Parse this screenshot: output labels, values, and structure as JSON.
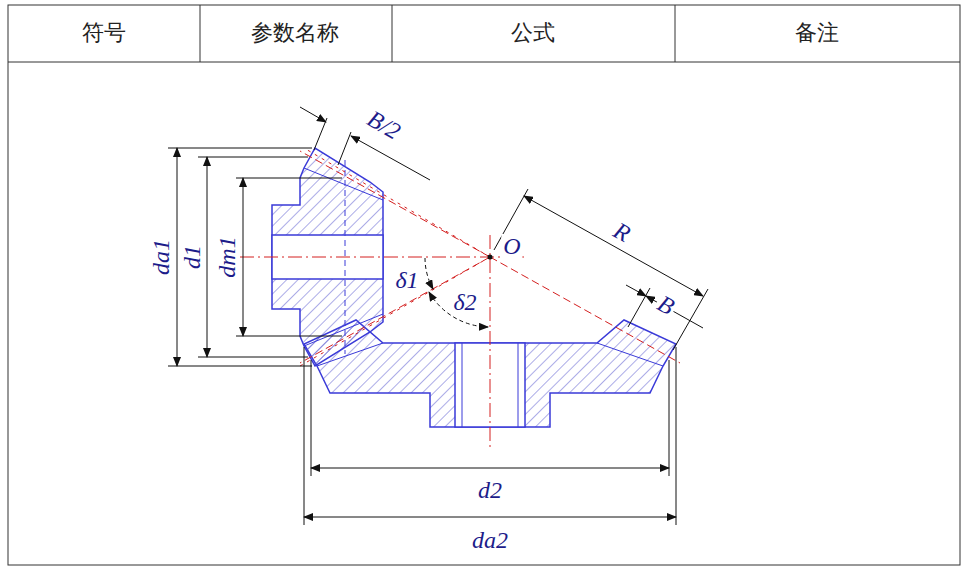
{
  "diagram": {
    "labels": [
      "符号",
      "参数名称",
      "公式",
      "备注",
      "B/2",
      "O",
      "R",
      "B",
      "da1",
      "d1",
      "dm1",
      "δ1",
      "δ2",
      "d2",
      "da2"
    ]
  }
}
